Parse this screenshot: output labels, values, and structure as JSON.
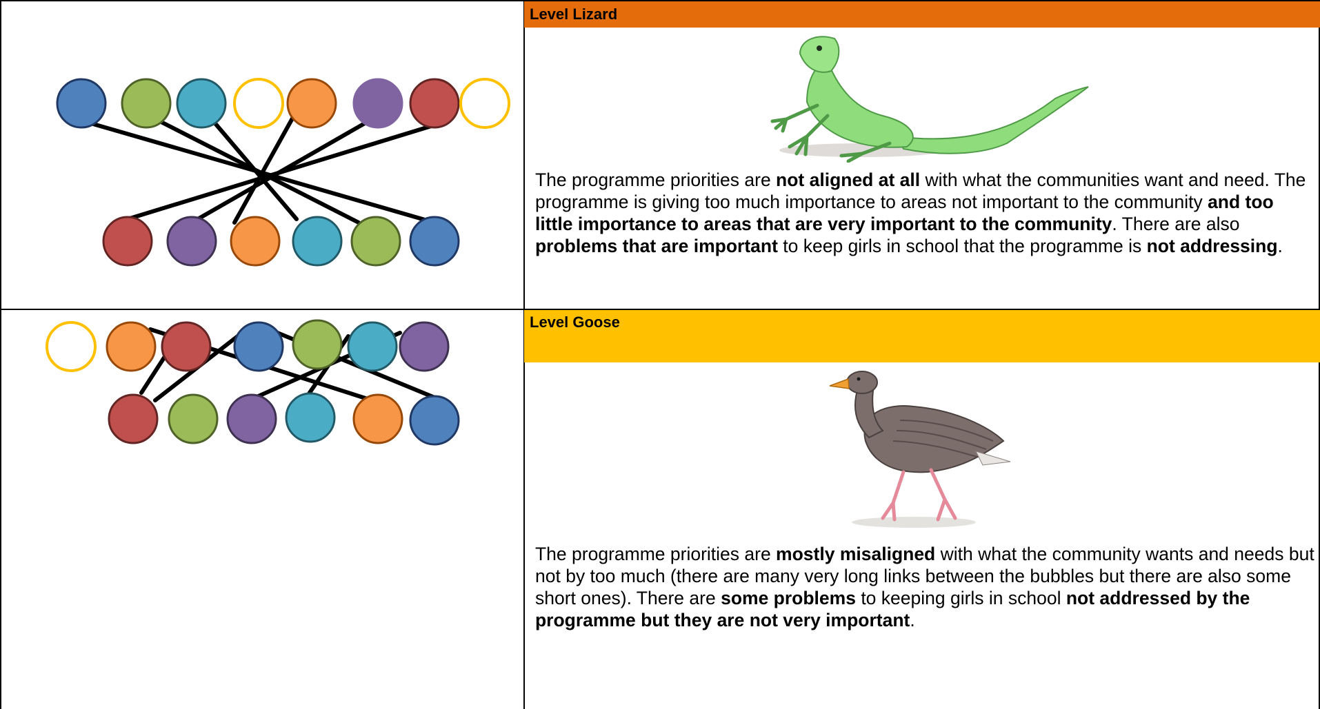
{
  "colors": {
    "lizard_header": "#e46c0a",
    "goose_header": "#ffc000",
    "bubble_blue": "#4f81bd",
    "bubble_green": "#9bbb59",
    "bubble_teal": "#4bacc6",
    "bubble_orange": "#f79646",
    "bubble_purple": "#8064a2",
    "bubble_red": "#c0504d",
    "bubble_empty_outline": "#ffc000"
  },
  "levels": [
    {
      "header": "Level Lizard",
      "animal_icon": "lizard-icon",
      "description": [
        {
          "text": "The programme priorities are ",
          "bold": false
        },
        {
          "text": "not aligned at all",
          "bold": true
        },
        {
          "text": " with what the communities want and need. The programme is giving too much importance to areas not important to the community ",
          "bold": false
        },
        {
          "text": "and too little importance to areas that are very important to the community",
          "bold": true
        },
        {
          "text": ". There are also ",
          "bold": false
        },
        {
          "text": "problems that are important",
          "bold": true
        },
        {
          "text": " to keep girls in school that the programme is ",
          "bold": false
        },
        {
          "text": "not addressing",
          "bold": true
        },
        {
          "text": ".",
          "bold": false
        }
      ]
    },
    {
      "header": "Level Goose",
      "animal_icon": "goose-icon",
      "description": [
        {
          "text": "The programme priorities are ",
          "bold": false
        },
        {
          "text": "mostly misaligned",
          "bold": true
        },
        {
          "text": " with what the community wants and needs but not by too much (there are many very long links between the bubbles but there are also some short ones). There are ",
          "bold": false
        },
        {
          "text": "some problems",
          "bold": true
        },
        {
          "text": " to keeping girls in school ",
          "bold": false
        },
        {
          "text": "not addressed by the programme but they are not very important",
          "bold": true
        },
        {
          "text": ".",
          "bold": false
        }
      ]
    }
  ]
}
